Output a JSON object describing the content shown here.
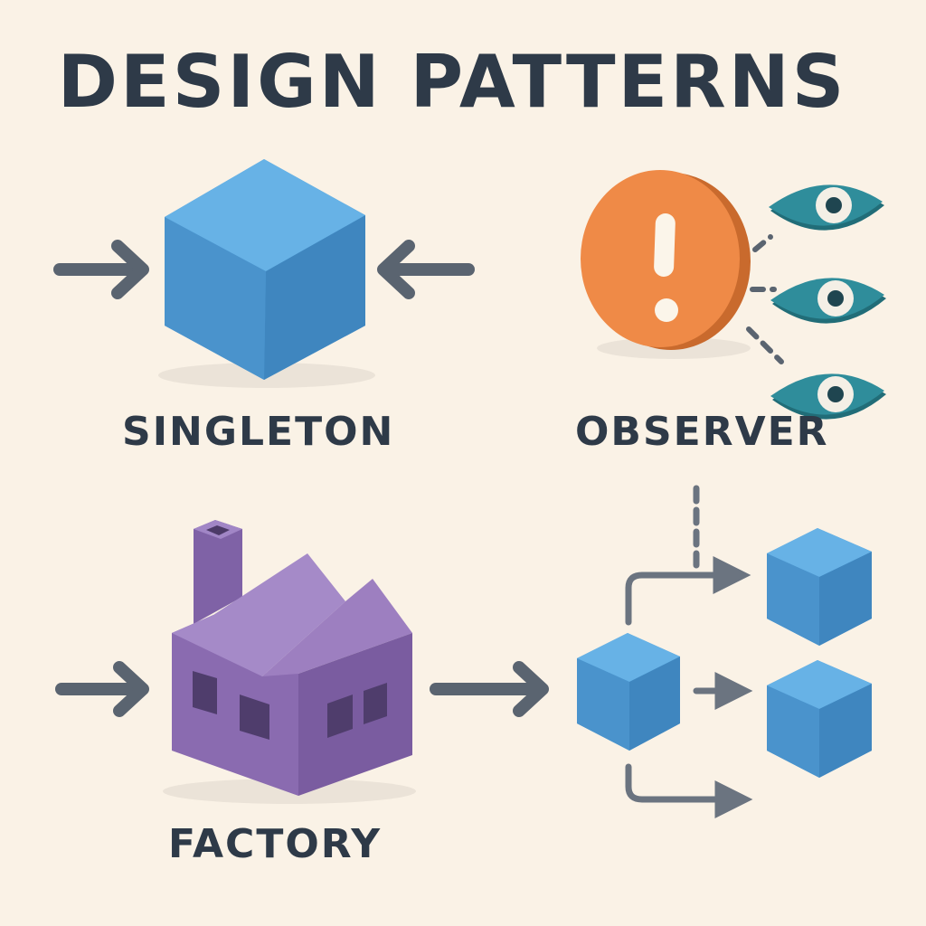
{
  "title": "DESIGN PATTERNS",
  "patterns": {
    "singleton": {
      "label": "SINGLETON",
      "icon": "cube-icon"
    },
    "observer": {
      "label": "OBSERVER",
      "icon": "alert-icon",
      "observer_icon": "eye-icon"
    },
    "factory": {
      "label": "FACTORY",
      "icon": "factory-icon",
      "product_icon": "cube-icon"
    }
  },
  "colors": {
    "background": "#faf2e6",
    "text": "#2e3a48",
    "cube_blue": "#4f9fd8",
    "factory_purple": "#8a6bb0",
    "alert_orange": "#ef8a47",
    "eye_teal": "#2f8d9b",
    "arrow_gray": "#5a6470"
  }
}
